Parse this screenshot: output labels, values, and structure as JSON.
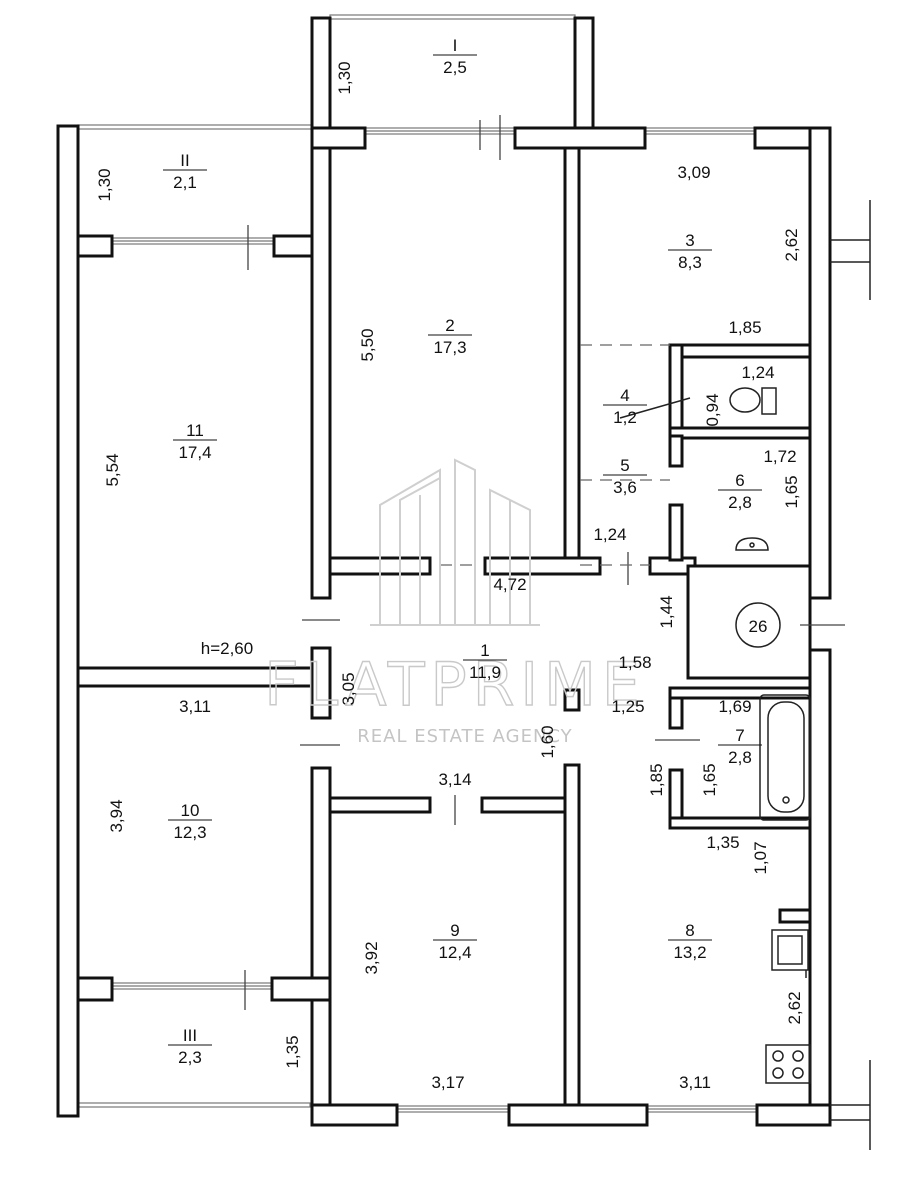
{
  "rooms": [
    {
      "id": "I",
      "area": "2,5"
    },
    {
      "id": "II",
      "area": "2,1"
    },
    {
      "id": "III",
      "area": "2,3"
    },
    {
      "id": "1",
      "area": "11,9"
    },
    {
      "id": "2",
      "area": "17,3"
    },
    {
      "id": "3",
      "area": "8,3"
    },
    {
      "id": "4",
      "area": "1,2"
    },
    {
      "id": "5",
      "area": "3,6"
    },
    {
      "id": "6",
      "area": "2,8"
    },
    {
      "id": "7",
      "area": "2,8"
    },
    {
      "id": "8",
      "area": "13,2"
    },
    {
      "id": "9",
      "area": "12,4"
    },
    {
      "id": "10",
      "area": "12,3"
    },
    {
      "id": "11",
      "area": "17,4"
    }
  ],
  "dimensions": [
    "1,30",
    "1,30",
    "5,50",
    "3,09",
    "2,62",
    "1,85",
    "1,24",
    "0,94",
    "1,72",
    "1,65",
    "1,24",
    "4,72",
    "1,44",
    "1,58",
    "1,25",
    "1,69",
    "1,65",
    "1,85",
    "1,60",
    "1,35",
    "1,07",
    "2,62",
    "3,11",
    "5,54",
    "h=2,60",
    "3,11",
    "3,05",
    "3,14",
    "3,94",
    "3,92",
    "1,35",
    "3,17",
    "3,11"
  ],
  "shaft_label": "26",
  "watermark": {
    "brand": "FLATPRIME",
    "tagline": "REAL ESTATE AGENCY"
  }
}
